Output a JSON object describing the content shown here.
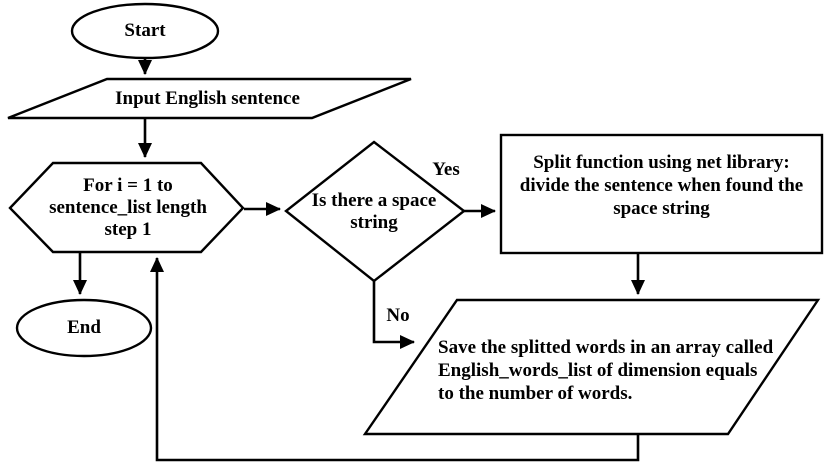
{
  "page": {
    "background_color": "#ffffff"
  },
  "flowchart": {
    "stroke_color": "#000000",
    "text_color": "#000000",
    "nodes": {
      "start": {
        "type": "terminator",
        "label": "Start"
      },
      "input_sentence": {
        "type": "input-output",
        "label": "Input English sentence"
      },
      "for_loop": {
        "type": "loop-limit",
        "label": [
          "For i = 1 to",
          "sentence_list length",
          "step 1"
        ]
      },
      "space_decision": {
        "type": "decision",
        "label": [
          "Is there a space",
          "string"
        ]
      },
      "split_process": {
        "type": "process",
        "label": [
          "Split function using net library:",
          "divide the sentence when found the",
          "space string"
        ]
      },
      "save_words": {
        "type": "input-output",
        "label": [
          "Save the splitted words in an array called",
          "English_words_list of dimension equals",
          "to the number of words."
        ]
      },
      "end": {
        "type": "terminator",
        "label": "End"
      }
    },
    "branch_labels": {
      "yes": "Yes",
      "no": "No"
    }
  }
}
